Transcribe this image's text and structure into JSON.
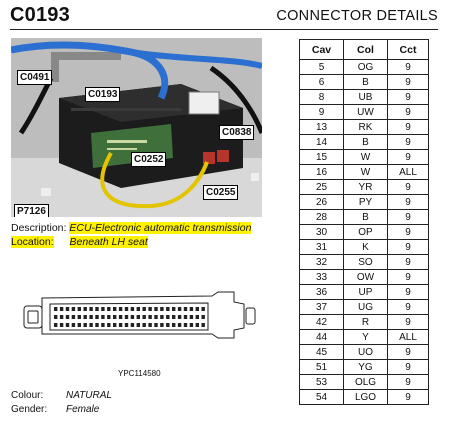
{
  "header": {
    "code": "C0193",
    "title": "CONNECTOR DETAILS"
  },
  "photo": {
    "callouts": [
      "C0491",
      "C0193",
      "C0838",
      "C0252",
      "C0255",
      "P7126"
    ]
  },
  "description": {
    "desc_label": "Description:",
    "desc_value": "ECU-Electronic automatic transmission",
    "loc_label": "Location:",
    "loc_value": "Beneath LH seat"
  },
  "drawing": {
    "code": "YPC114580"
  },
  "footer": {
    "colour_label": "Colour:",
    "colour_value": "NATURAL",
    "gender_label": "Gender:",
    "gender_value": "Female"
  },
  "table": {
    "headers": [
      "Cav",
      "Col",
      "Cct"
    ],
    "rows": [
      [
        "5",
        "OG",
        "9"
      ],
      [
        "6",
        "B",
        "9"
      ],
      [
        "8",
        "UB",
        "9"
      ],
      [
        "9",
        "UW",
        "9"
      ],
      [
        "13",
        "RK",
        "9"
      ],
      [
        "14",
        "B",
        "9"
      ],
      [
        "15",
        "W",
        "9"
      ],
      [
        "16",
        "W",
        "ALL"
      ],
      [
        "25",
        "YR",
        "9"
      ],
      [
        "26",
        "PY",
        "9"
      ],
      [
        "28",
        "B",
        "9"
      ],
      [
        "30",
        "OP",
        "9"
      ],
      [
        "31",
        "K",
        "9"
      ],
      [
        "32",
        "SO",
        "9"
      ],
      [
        "33",
        "OW",
        "9"
      ],
      [
        "36",
        "UP",
        "9"
      ],
      [
        "37",
        "UG",
        "9"
      ],
      [
        "42",
        "R",
        "9"
      ],
      [
        "44",
        "Y",
        "ALL"
      ],
      [
        "45",
        "UO",
        "9"
      ],
      [
        "51",
        "YG",
        "9"
      ],
      [
        "53",
        "OLG",
        "9"
      ],
      [
        "54",
        "LGO",
        "9"
      ]
    ]
  }
}
